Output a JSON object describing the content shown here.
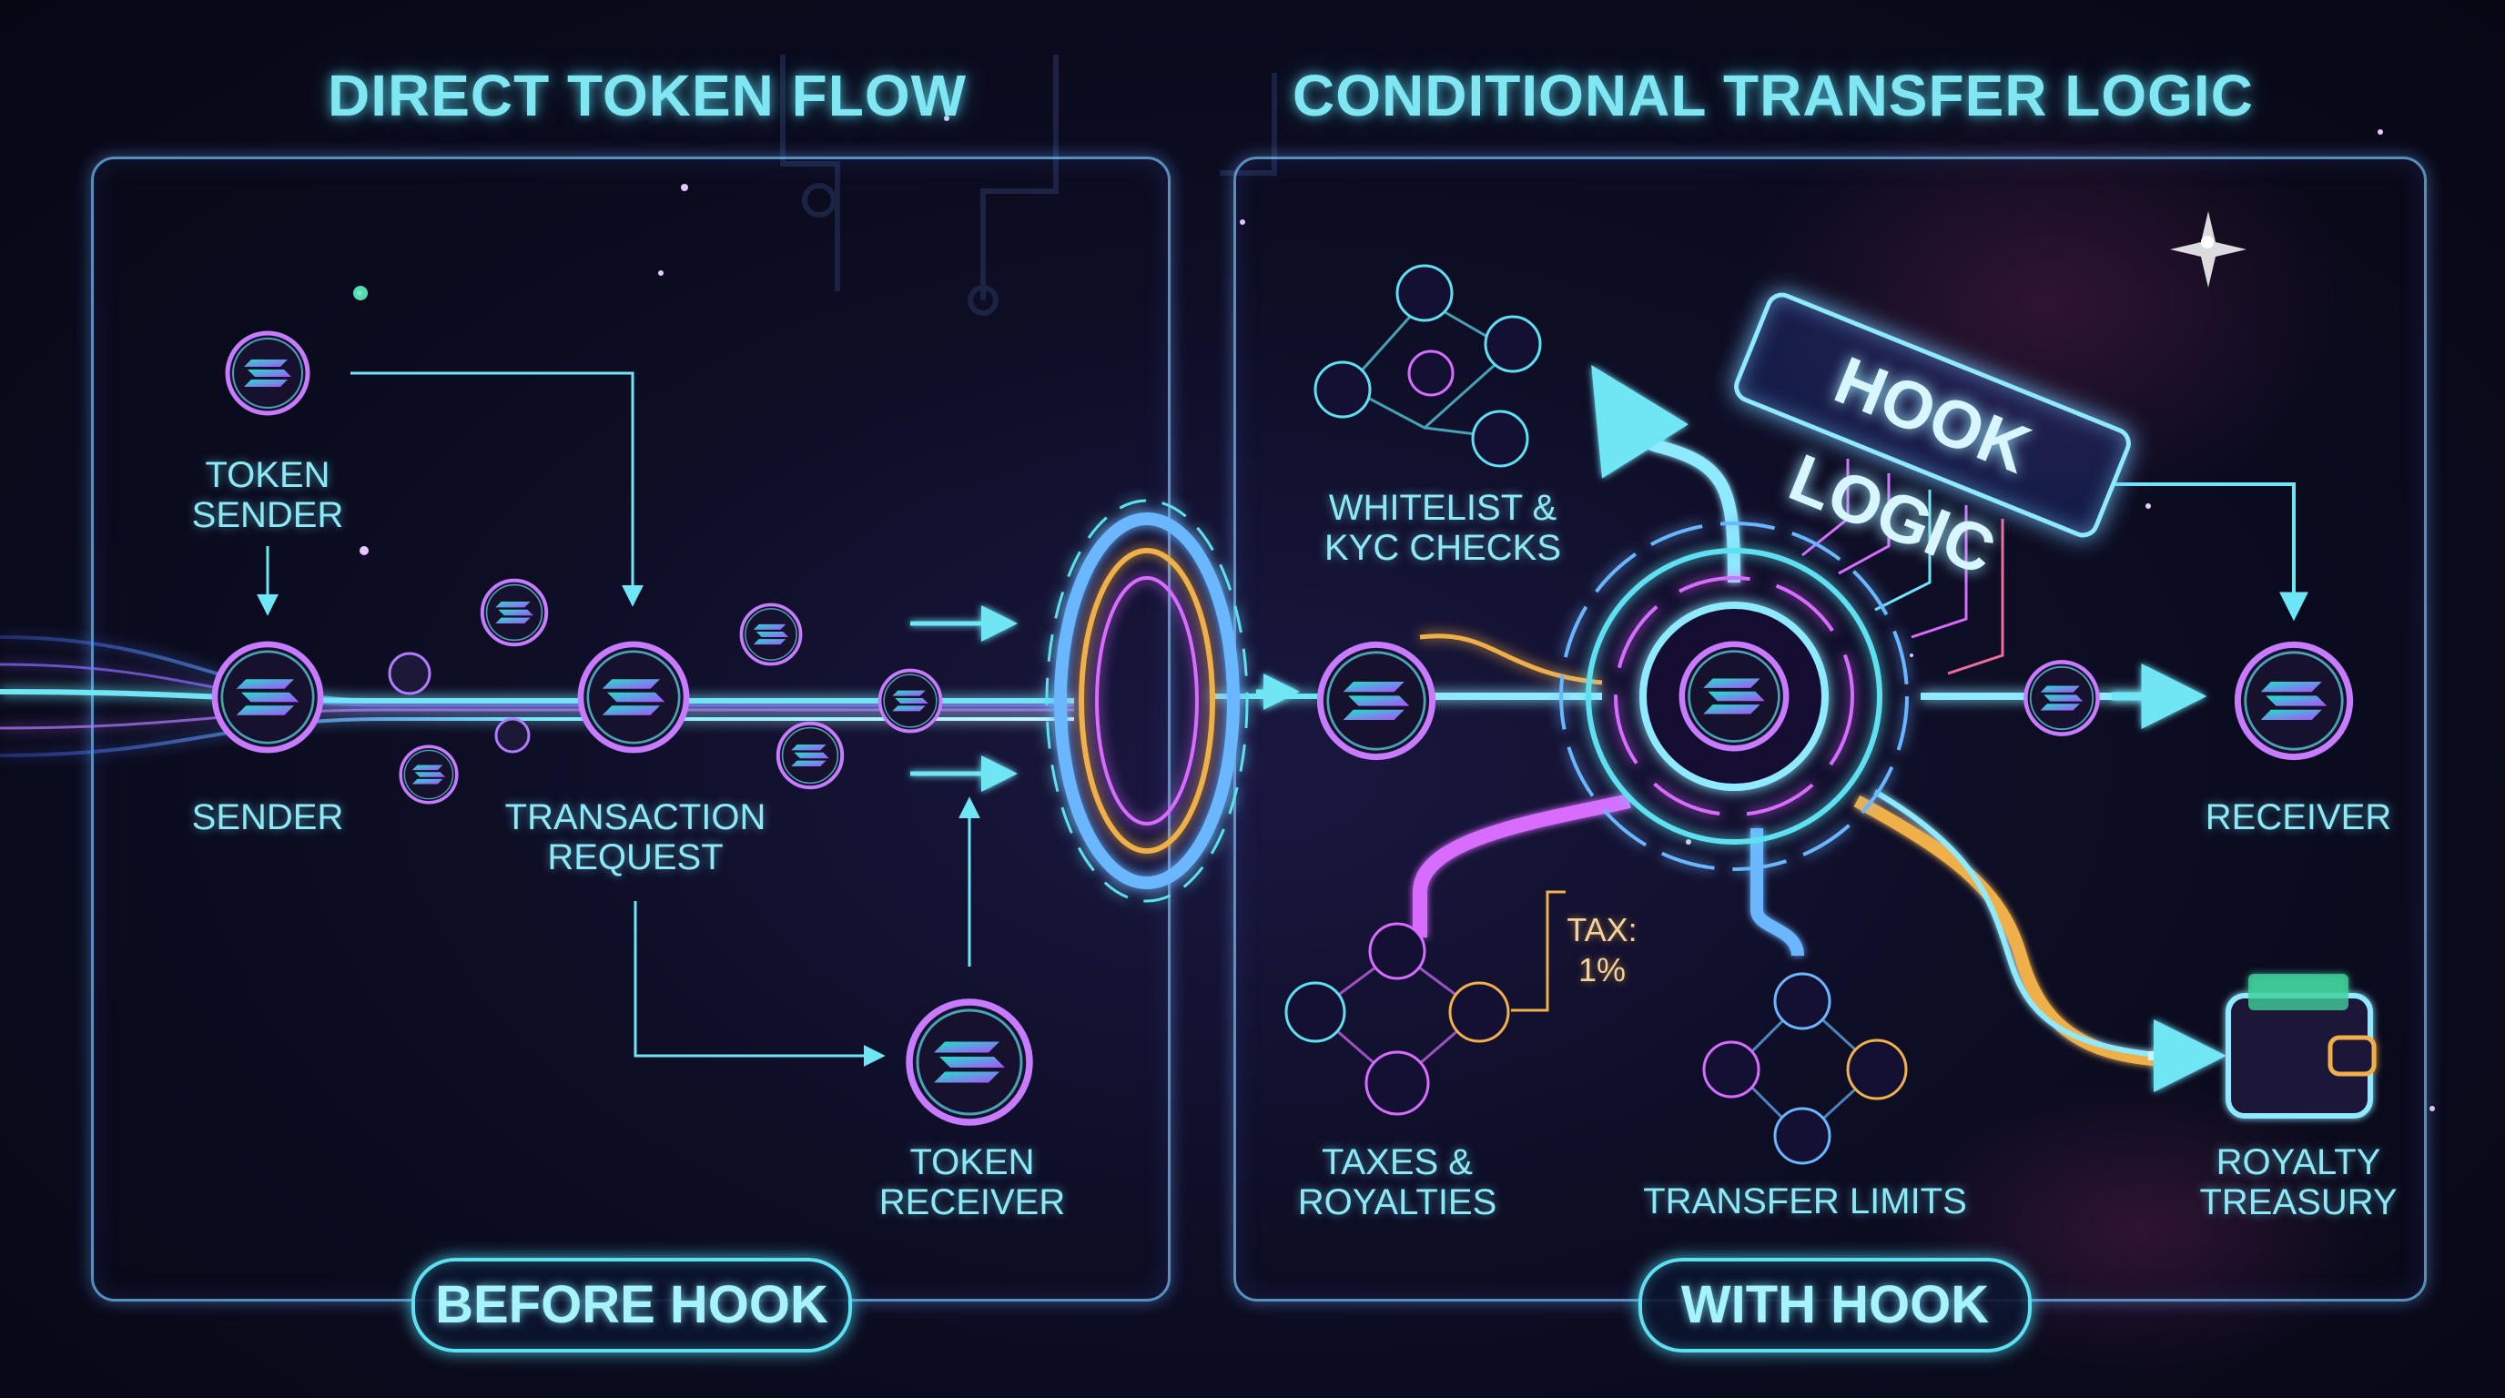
{
  "titles": {
    "left": "DIRECT TOKEN FLOW",
    "right": "CONDITIONAL TRANSFER LOGIC"
  },
  "left_panel": {
    "token_sender": "TOKEN\nSENDER",
    "sender": "SENDER",
    "transaction_request": "TRANSACTION\nREQUEST",
    "token_receiver": "TOKEN\nRECEIVER",
    "badge": "BEFORE HOOK"
  },
  "right_panel": {
    "whitelist": "WHITELIST &\nKYC CHECKS",
    "hook_logic": "HOOK LOGIC",
    "receiver": "RECEIVER",
    "tax": "TAX:\n1%",
    "taxes_royalties": "TAXES &\nROYALTIES",
    "transfer_limits": "TRANSFER LIMITS",
    "royalty_treasury": "ROYALTY\nTREASURY",
    "badge": "WITH HOOK"
  },
  "icons": {
    "token": "solana-token-icon",
    "whitelist_cluster": [
      "user-icon",
      "id-card-icon",
      "user-clock-icon",
      "cube-icon",
      "shield-check-icon"
    ],
    "tax_cluster": [
      "users-dollar-icon",
      "network-icon",
      "dollar-coin-icon",
      "dollar-icon"
    ],
    "limits_cluster": [
      "clock-icon",
      "hourglass-icon",
      "timer-icon",
      "hand-coin-icon"
    ],
    "treasury": "wallet-icon",
    "portal": "portal-ring-icon"
  },
  "colors": {
    "cyan": "#5fe0f0",
    "magenta": "#d86cff",
    "orange": "#f0b04a",
    "blue": "#6ab6ff"
  }
}
